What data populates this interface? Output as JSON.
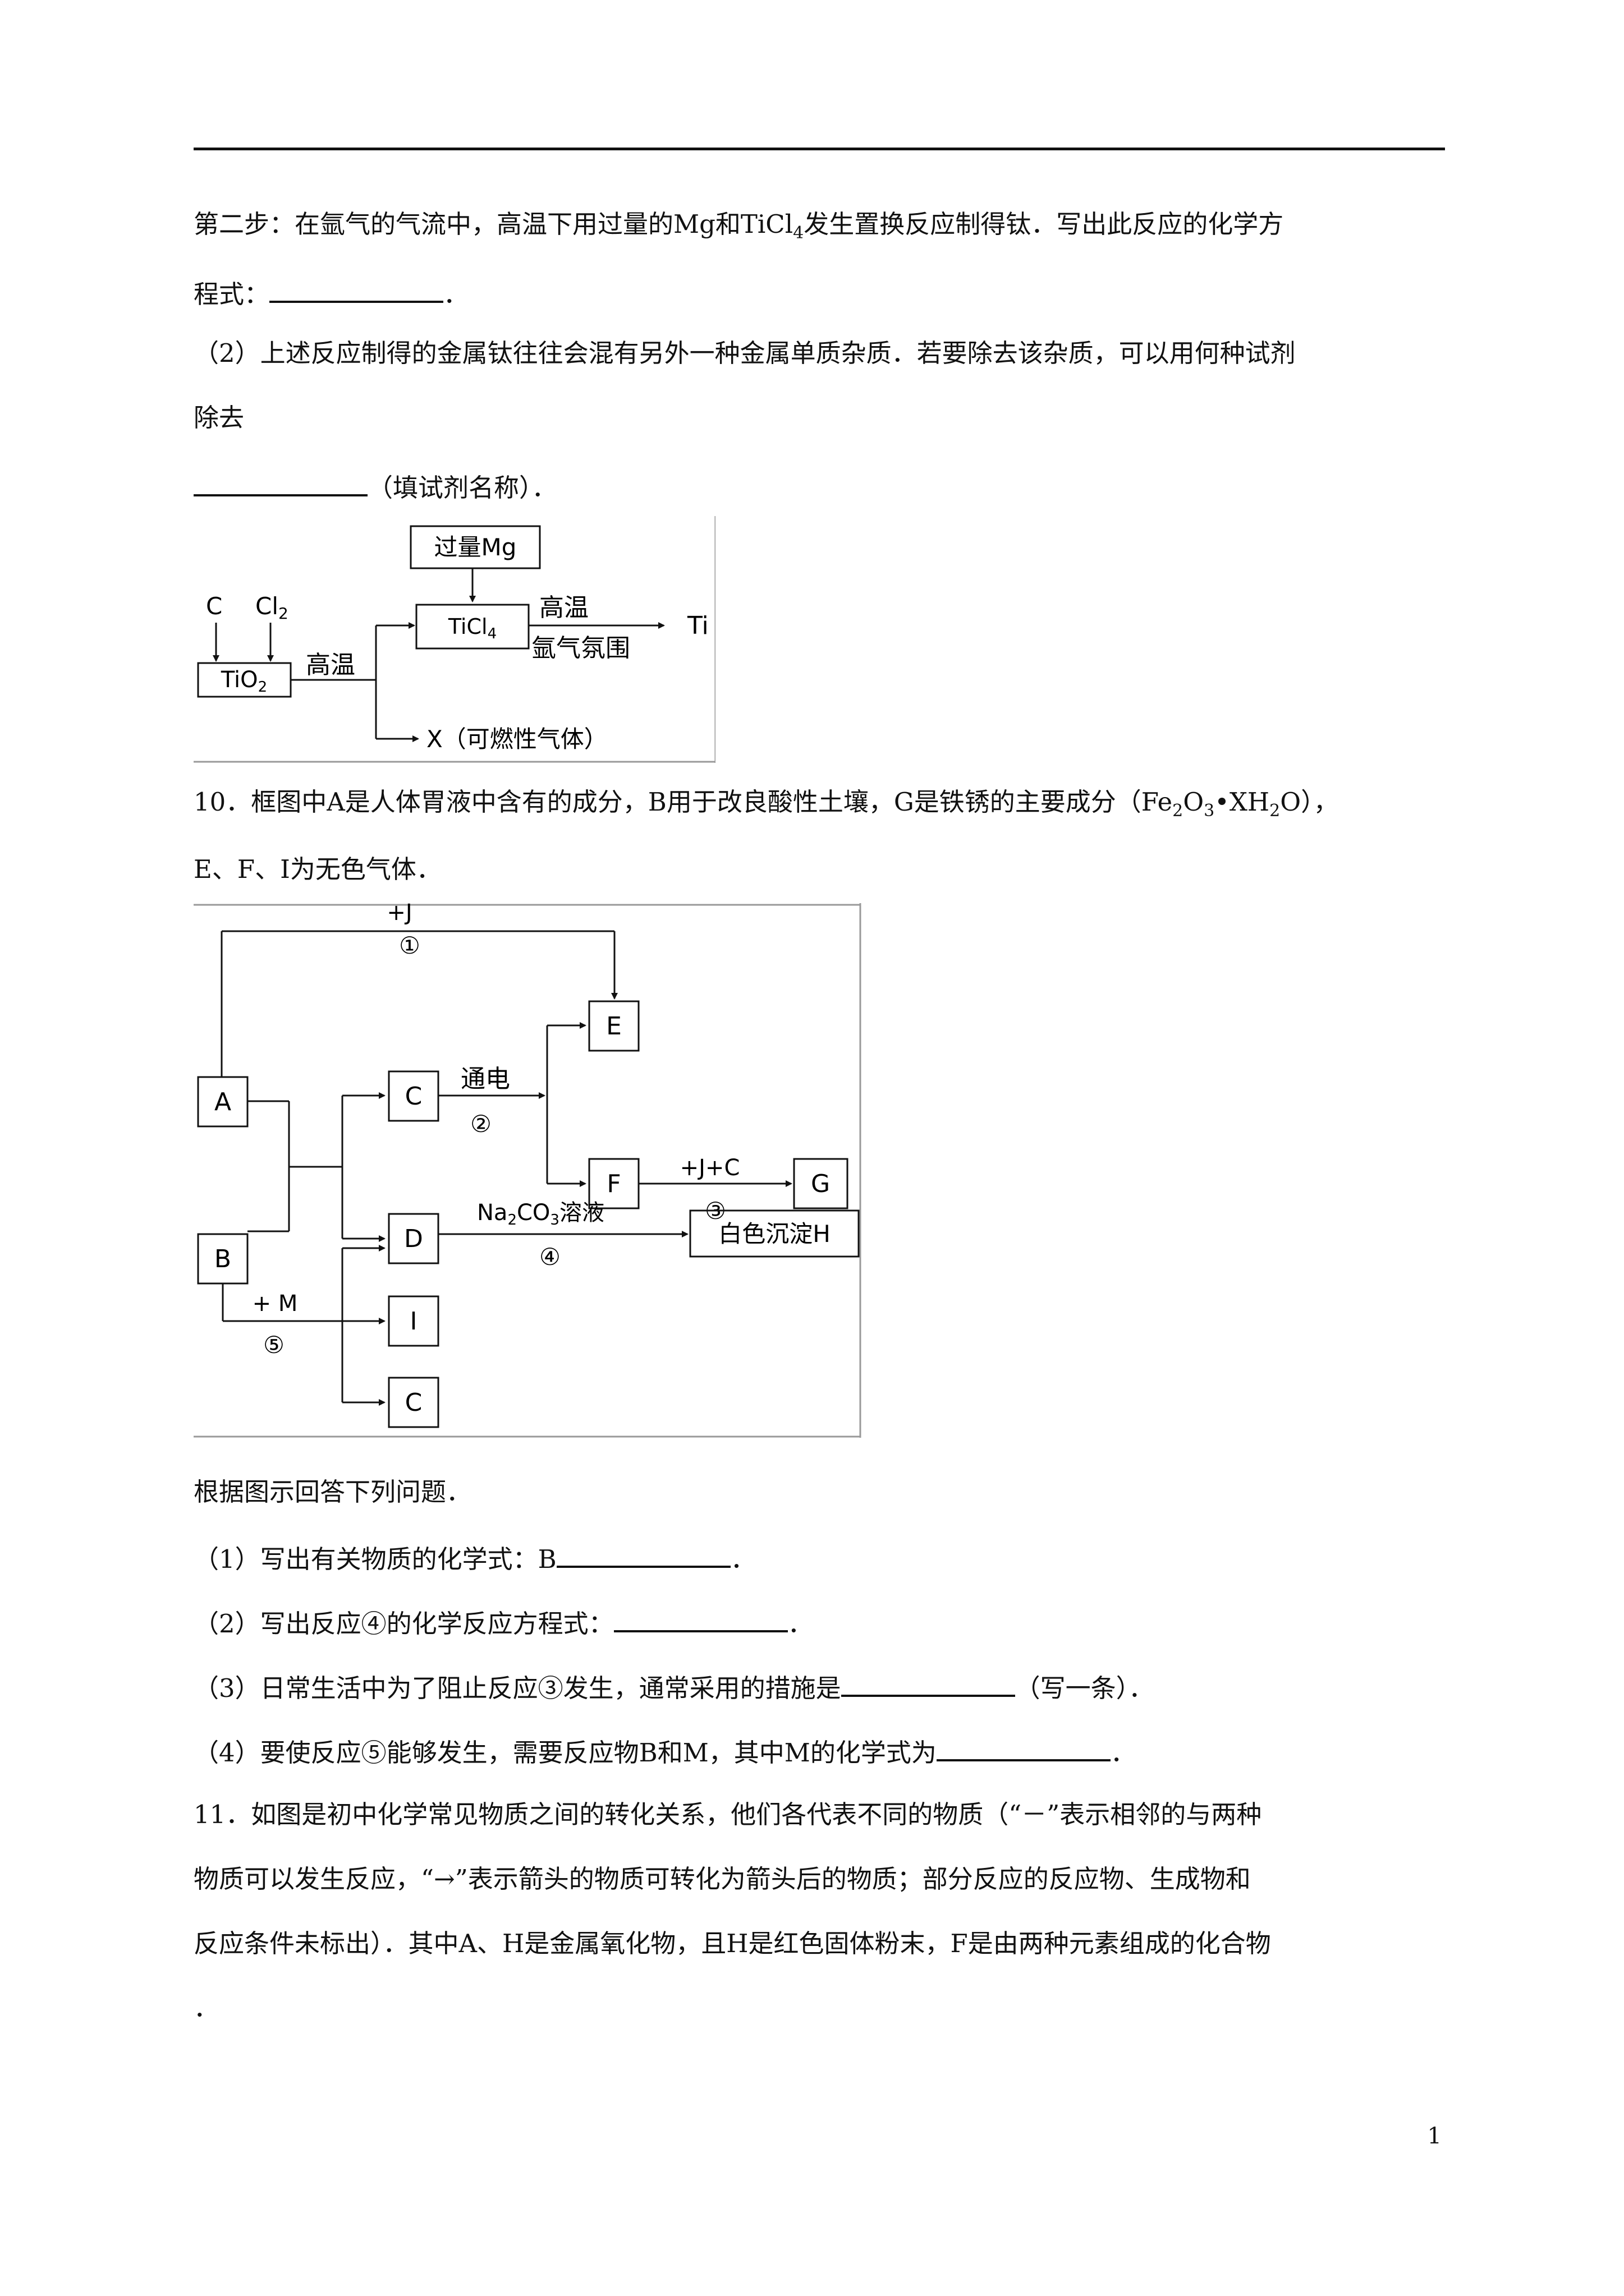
{
  "q9": {
    "step2_line1": "第二步：在氩气的气流中，高温下用过量的Mg和TiCl",
    "step2_sub": "4",
    "step2_line1b": "发生置换反应制得钛．写出此反应的化学方",
    "step2_line2a": "程式：",
    "step2_line2b": "．",
    "p2_line1": "（2）上述反应制得的金属钛往往会混有另外一种金属单质杂质．若要除去该杂质，可以用何种试剂",
    "p2_line2": "除去",
    "p2_line3b": "（填试剂名称）．",
    "diagram": {
      "c": "C",
      "cl": "Cl",
      "cl_sub": "2",
      "tio": "TiO",
      "tio_sub": "2",
      "gaowen": "高温",
      "mg": "过量Mg",
      "ticl": "TiCl",
      "ticl_sub": "4",
      "top_cond": "高温",
      "bottom_cond": "氩气氛围",
      "ti": "Ti",
      "x": "X（可燃性气体）"
    }
  },
  "q10": {
    "line1a": "10．框图中A是人体胃液中含有的成分，B用于改良酸性土壤，G是铁锈的主要成分（Fe",
    "fe_sub": "2",
    "o": "O",
    "o_sub": "3",
    "dot": "•",
    "xh": "XH",
    "xh_sub": "2",
    "line1b": "O），",
    "line2": "E、F、I为无色气体．",
    "diagram": {
      "plus_j": "+J",
      "n1": "①",
      "a": "A",
      "b": "B",
      "c1": "C",
      "c2": "C",
      "d": "D",
      "e": "E",
      "f": "F",
      "g": "G",
      "i": "I",
      "tongdian": "通电",
      "n2": "②",
      "plus_jc": "+J+C",
      "n3": "③",
      "na": "Na",
      "na_sub": "2",
      "co": "CO",
      "co_sub": "3",
      "rongye": "溶液",
      "n4": "④",
      "h": "白色沉淀H",
      "plus_m": "+ M",
      "n5": "⑤"
    },
    "intro": "根据图示回答下列问题．",
    "s1a": "（1）写出有关物质的化学式：B",
    "s1b": "．",
    "s2a": "（2）写出反应④的化学反应方程式：",
    "s2b": "．",
    "s3a": "（3）日常生活中为了阻止反应③发生，通常采用的措施是",
    "s3b": "（写一条）．",
    "s4a": "（4）要使反应⑤能够发生，需要反应物B和M，其中M的化学式为",
    "s4b": "．"
  },
  "q11": {
    "line1": "11．如图是初中化学常见物质之间的转化关系，他们各代表不同的物质（“－”表示相邻的与两种",
    "line2": "物质可以发生反应，“→”表示箭头的物质可转化为箭头后的物质；部分反应的反应物、生成物和",
    "line3": "反应条件未标出）．其中A、H是金属氧化物，且H是红色固体粉末，F是由两种元素组成的化合物",
    "line4": "．"
  },
  "page_number": "1"
}
